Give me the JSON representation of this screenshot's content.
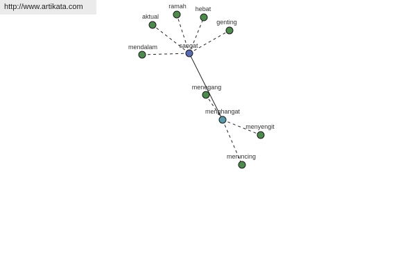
{
  "banner": {
    "url_text": "http://www.artikata.com"
  },
  "graph": {
    "nodes": [
      {
        "id": "sangat",
        "label": "sangat",
        "color": "#5a6bb0",
        "kind": "root"
      },
      {
        "id": "aktual",
        "label": "aktual",
        "color": "#4e8a4e",
        "kind": "leaf"
      },
      {
        "id": "ramah",
        "label": "ramah",
        "color": "#4e8a4e",
        "kind": "leaf"
      },
      {
        "id": "hebat",
        "label": "hebat",
        "color": "#4e8a4e",
        "kind": "leaf"
      },
      {
        "id": "genting",
        "label": "genting",
        "color": "#4e8a4e",
        "kind": "leaf"
      },
      {
        "id": "mendalam",
        "label": "mendalam",
        "color": "#4e8a4e",
        "kind": "leaf"
      },
      {
        "id": "menegang",
        "label": "menegang",
        "color": "#4e8a4e",
        "kind": "leaf"
      },
      {
        "id": "menghangat",
        "label": "menghangat",
        "color": "#5a9aa8",
        "kind": "hub"
      },
      {
        "id": "menyengit",
        "label": "menyengit",
        "color": "#4e8a4e",
        "kind": "leaf"
      },
      {
        "id": "meruncing",
        "label": "meruncing",
        "color": "#4e8a4e",
        "kind": "leaf"
      }
    ],
    "edges": [
      {
        "from": "sangat",
        "to": "aktual",
        "style": "dashed"
      },
      {
        "from": "sangat",
        "to": "ramah",
        "style": "dashed"
      },
      {
        "from": "sangat",
        "to": "hebat",
        "style": "dashed"
      },
      {
        "from": "sangat",
        "to": "genting",
        "style": "dashed"
      },
      {
        "from": "sangat",
        "to": "mendalam",
        "style": "dashed"
      },
      {
        "from": "sangat",
        "to": "menghangat",
        "style": "solid"
      },
      {
        "from": "menghangat",
        "to": "menegang",
        "style": "dashed"
      },
      {
        "from": "menghangat",
        "to": "menyengit",
        "style": "dashed"
      },
      {
        "from": "menghangat",
        "to": "meruncing",
        "style": "dashed"
      }
    ]
  }
}
